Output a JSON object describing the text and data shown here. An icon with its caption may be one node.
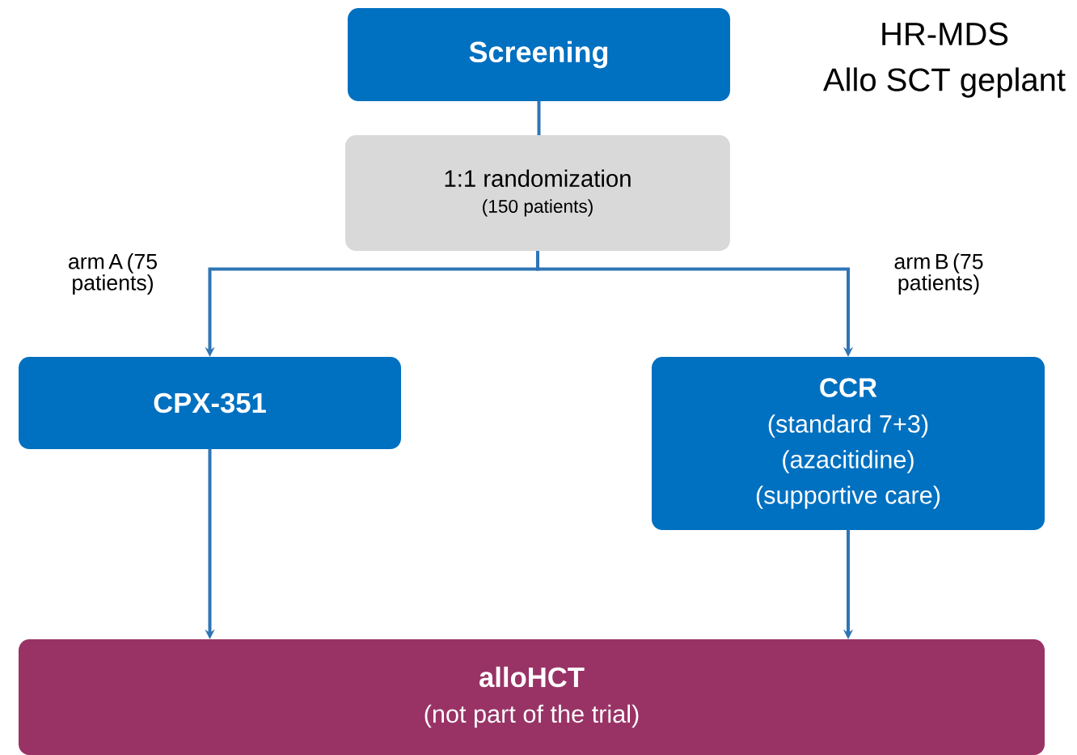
{
  "diagram": {
    "nodes": [
      {
        "text": [
          "Screening"
        ]
      },
      {
        "text": [
          "1:1 randomization",
          "(150 patients)"
        ]
      },
      {
        "text": [
          "CPX-351"
        ]
      },
      {
        "text": [
          "CCR",
          "(standard 7+3)",
          "(azacitidine)",
          "(supportive care)"
        ]
      },
      {
        "text": [
          "alloHCT",
          "(not part of the trial)"
        ]
      }
    ],
    "edges": [
      {
        "from": 0,
        "to": 1,
        "arrow": "none"
      },
      {
        "from": 1,
        "to": 2,
        "arrow": "to",
        "label": "arm A (75 patients)"
      },
      {
        "from": 1,
        "to": 3,
        "arrow": "to",
        "label": "arm B (75 patients)"
      },
      {
        "from": 2,
        "to": 4,
        "arrow": "to"
      },
      {
        "from": 3,
        "to": 4,
        "arrow": "to"
      }
    ],
    "labels": [
      "HR-MDS",
      "Allo SCT geplant"
    ]
  }
}
